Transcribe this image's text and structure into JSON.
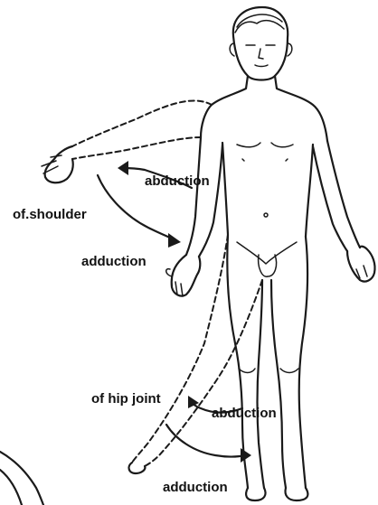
{
  "labels": {
    "shoulder_abduction": "abduction",
    "of_shoulder": "of.shoulder",
    "shoulder_adduction": "adduction",
    "of_hip_joint": "of hip joint",
    "hip_abduction": "abduction",
    "hip_adduction": "adduction"
  },
  "colors": {
    "line": "#1a1a1a",
    "background": "#ffffff"
  }
}
